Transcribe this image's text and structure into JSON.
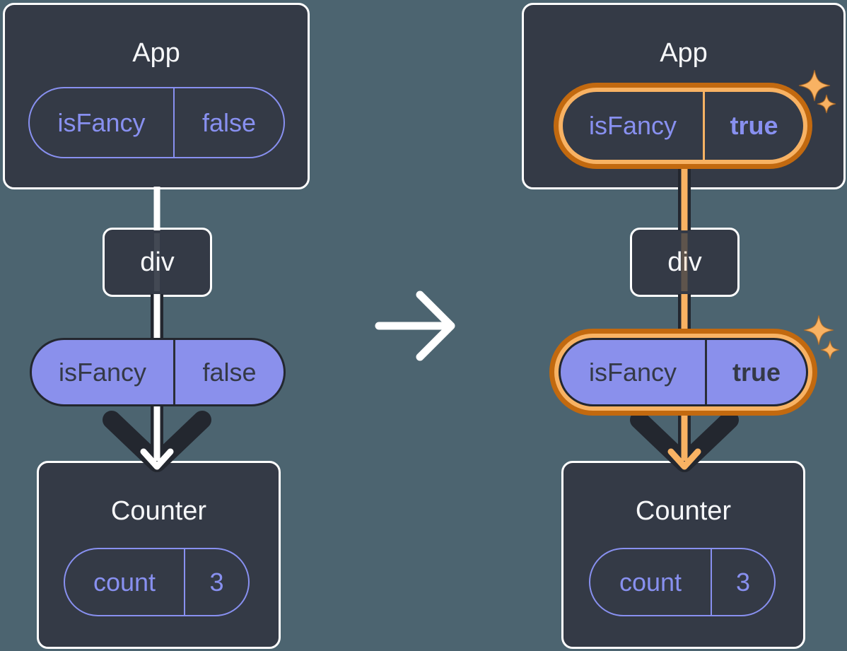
{
  "colors": {
    "bg": "#4C6470",
    "card_bg": "#343A46",
    "card_border": "#FFFFFF",
    "purple": "#8890F0",
    "purple_fill": "#8A90EC",
    "dark": "#23272F",
    "dark_text": "#343946",
    "orange_dark": "#C2690F",
    "orange_light": "#F8B263",
    "white": "#FFFFFF"
  },
  "before": {
    "app": {
      "title": "App"
    },
    "app_prop": {
      "name": "isFancy",
      "value": "false"
    },
    "div": {
      "label": "div"
    },
    "passed_prop": {
      "name": "isFancy",
      "value": "false"
    },
    "counter": {
      "title": "Counter"
    },
    "counter_state": {
      "name": "count",
      "value": "3"
    }
  },
  "after": {
    "app": {
      "title": "App"
    },
    "app_prop": {
      "name": "isFancy",
      "value": "true"
    },
    "div": {
      "label": "div"
    },
    "passed_prop": {
      "name": "isFancy",
      "value": "true"
    },
    "counter": {
      "title": "Counter"
    },
    "counter_state": {
      "name": "count",
      "value": "3"
    }
  }
}
